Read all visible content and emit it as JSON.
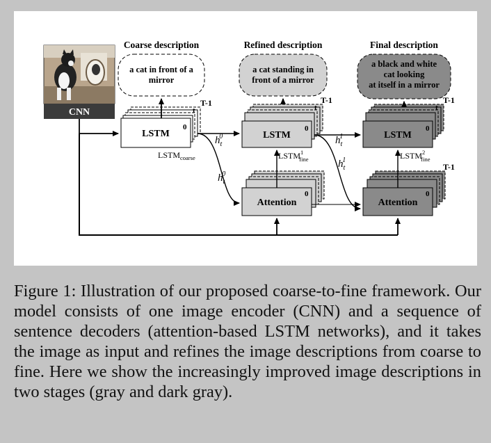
{
  "figure": {
    "headings": {
      "coarse": "Coarse description",
      "refined": "Refined description",
      "final": "Final description"
    },
    "descriptions": {
      "coarse": [
        "a cat in front of a",
        "mirror"
      ],
      "refined": [
        "a cat standing in",
        "front of a mirror"
      ],
      "final": [
        "a black and white",
        "cat looking",
        "at itself in a mirror"
      ]
    },
    "encoder_label": "CNN",
    "lstm_label": "LSTM",
    "attention_label": "Attention",
    "stack_front_index": "0",
    "stack_back_index": "T-1",
    "stack_middle_index": "t",
    "module_names": {
      "coarse": {
        "base": "LSTM",
        "sub": "coarse",
        "sup": ""
      },
      "fine1": {
        "base": "LSTM",
        "sub": "fine",
        "sup": "1"
      },
      "fine2": {
        "base": "LSTM",
        "sub": "fine",
        "sup": "2"
      }
    },
    "hidden_states": [
      {
        "base": "h",
        "sub": "t",
        "sup": "0"
      },
      {
        "base": "h",
        "sub": "t",
        "sup": "0"
      },
      {
        "base": "h",
        "sub": "t",
        "sup": "1"
      },
      {
        "base": "h",
        "sub": "t",
        "sup": "1"
      }
    ],
    "colors": {
      "coarse_fill": "#ffffff",
      "refined_fill": "#d2d2d2",
      "final_fill": "#8a8a8a",
      "background": "#c4c4c4"
    },
    "image_description": "photo of a black and white cat in front of a mirror"
  },
  "caption": {
    "text": "Figure 1: Illustration of our proposed coarse-to-fine framework. Our model consists of one image encoder (CNN) and a sequence of sentence decoders (attention-based LSTM networks), and it takes the image as input and refines the image descriptions from coarse to fine. Here we show the increasingly improved image descriptions in two stages (gray and dark gray)."
  }
}
